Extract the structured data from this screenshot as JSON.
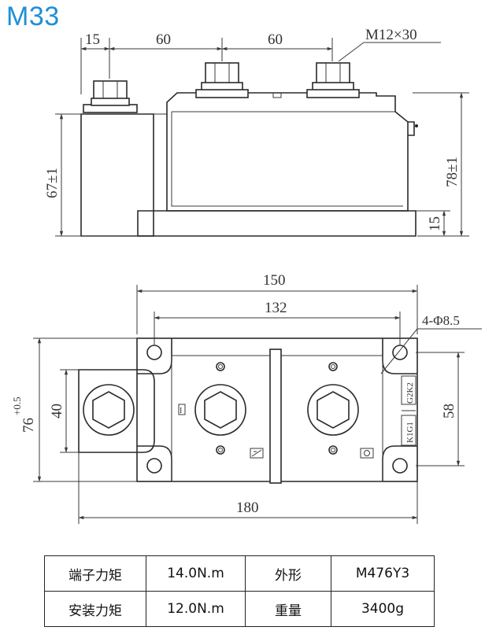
{
  "model": "M33",
  "side_view": {
    "dim_left_terminal": "15",
    "dim_pitch_1": "60",
    "dim_pitch_2": "60",
    "bolt_callout": "M12×30",
    "dim_body_height": "67±1",
    "dim_total_height": "78±1",
    "dim_base_height": "15"
  },
  "top_view": {
    "dim_width_150": "150",
    "dim_hole_pitch": "132",
    "hole_callout": "4-Φ8.5",
    "dim_depth_main": "76",
    "dim_depth_tol": "+0.5",
    "dim_terminal_width": "40",
    "dim_gate_pitch": "58",
    "dim_overall_length": "180",
    "gate_label_top": "G2K2",
    "gate_label_bottom": "K1G1",
    "marker_label": "I"
  },
  "specs": [
    {
      "label": "端子力矩",
      "value": "14.0N.m",
      "label2": "外形",
      "value2": "M476Y3"
    },
    {
      "label": "安装力矩",
      "value": "12.0N.m",
      "label2": "重量",
      "value2": "3400g"
    }
  ]
}
